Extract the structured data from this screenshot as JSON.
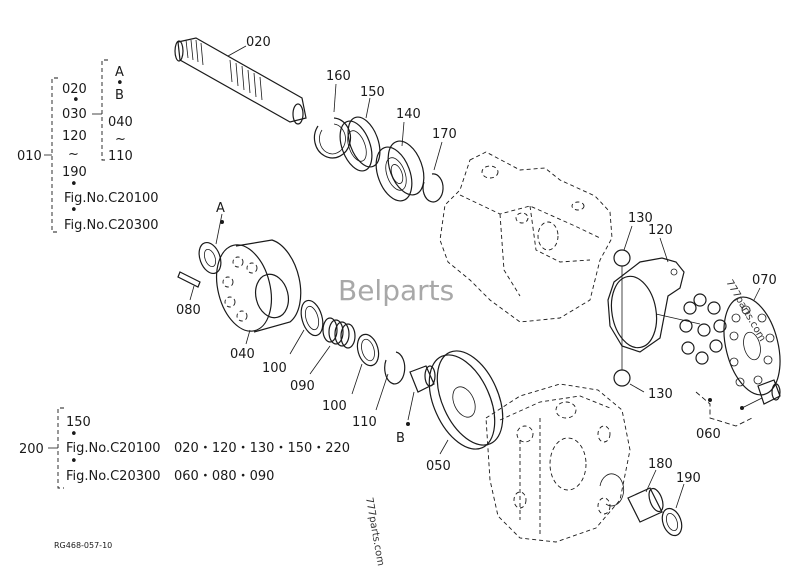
{
  "watermark": "Belparts",
  "watermark_url_1": "777parts.com",
  "watermark_url_2": "777parts.com",
  "drawing_code": "RG468-057-10",
  "callouts": {
    "c020": "020",
    "c160": "160",
    "c150": "150",
    "c140": "140",
    "c170": "170",
    "c130a": "130",
    "c130b": "130",
    "c120": "120",
    "c070": "070",
    "c060": "060",
    "cA": "A",
    "c080": "080",
    "c040": "040",
    "c100a": "100",
    "c090": "090",
    "c100b": "100",
    "c110": "110",
    "cB": "B",
    "c050": "050",
    "c180": "180",
    "c190": "190"
  },
  "legend_top": {
    "root": "010",
    "col1": [
      "020",
      "•",
      "030",
      "120",
      "~",
      "190"
    ],
    "col2": [
      "A",
      "•",
      "B",
      "040",
      "~",
      "110"
    ],
    "fig1": "Fig.No.C20100",
    "fig2": "Fig.No.C20300"
  },
  "legend_bottom": {
    "root": "200",
    "item": "150",
    "fig1": "Fig.No.C20100",
    "fig1_parts": "020・120・130・150・220",
    "fig2": "Fig.No.C20300",
    "fig2_parts": "060・080・090"
  }
}
